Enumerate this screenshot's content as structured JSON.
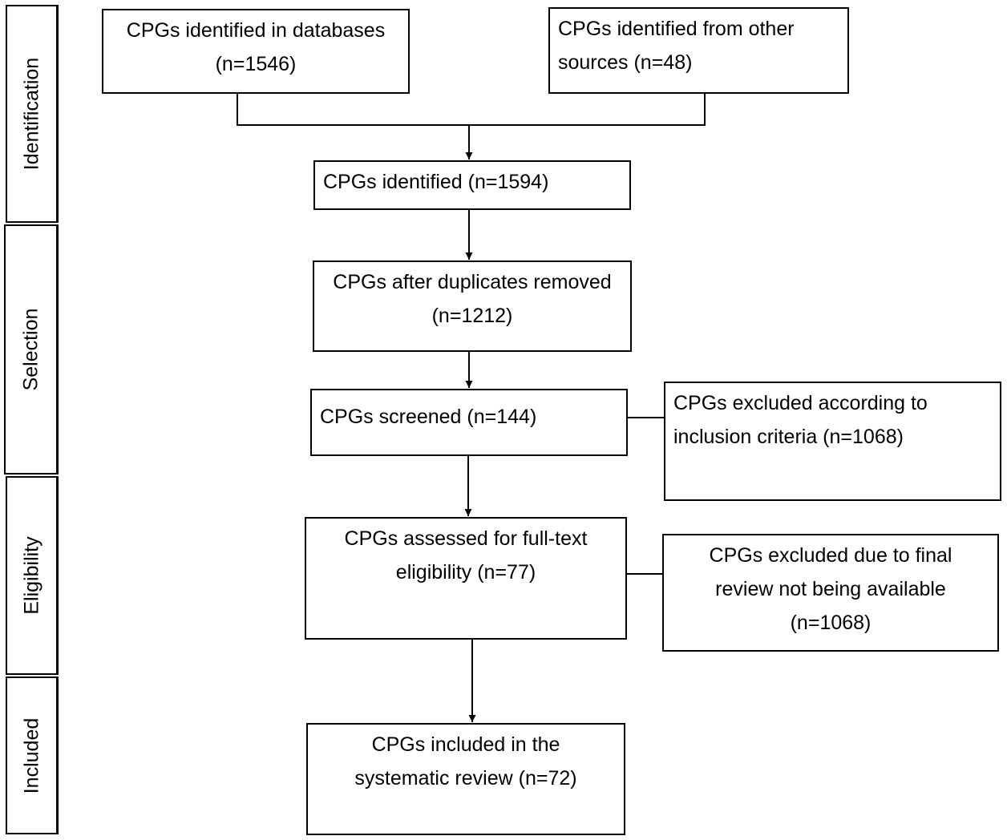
{
  "stages": [
    {
      "id": "identification",
      "label": "Identification"
    },
    {
      "id": "selection",
      "label": "Selection"
    },
    {
      "id": "eligibility",
      "label": "Eligibility"
    },
    {
      "id": "included",
      "label": "Included"
    }
  ],
  "boxes": {
    "databases": {
      "lines": [
        "CPGs identified in databases",
        "(n=1546)"
      ]
    },
    "other_sources": {
      "lines": [
        "CPGs identified from other",
        "sources (n=48)"
      ]
    },
    "identified": {
      "lines": [
        "CPGs identified (n=1594)"
      ]
    },
    "after_duplicates": {
      "lines": [
        "CPGs after duplicates removed",
        "(n=1212)"
      ]
    },
    "screened": {
      "lines": [
        "CPGs screened (n=144)"
      ]
    },
    "excluded_inclusion": {
      "lines": [
        "CPGs excluded according to",
        "inclusion criteria (n=1068)"
      ]
    },
    "assessed": {
      "lines": [
        "CPGs assessed for full-text",
        "eligibility (n=77)"
      ]
    },
    "excluded_final": {
      "lines": [
        "CPGs excluded due to final",
        "review not being available",
        "(n=1068)"
      ]
    },
    "included": {
      "lines": [
        "CPGs included in the",
        "systematic review (n=72)"
      ]
    }
  },
  "colors": {
    "stroke": "#000000",
    "background": "#ffffff"
  }
}
